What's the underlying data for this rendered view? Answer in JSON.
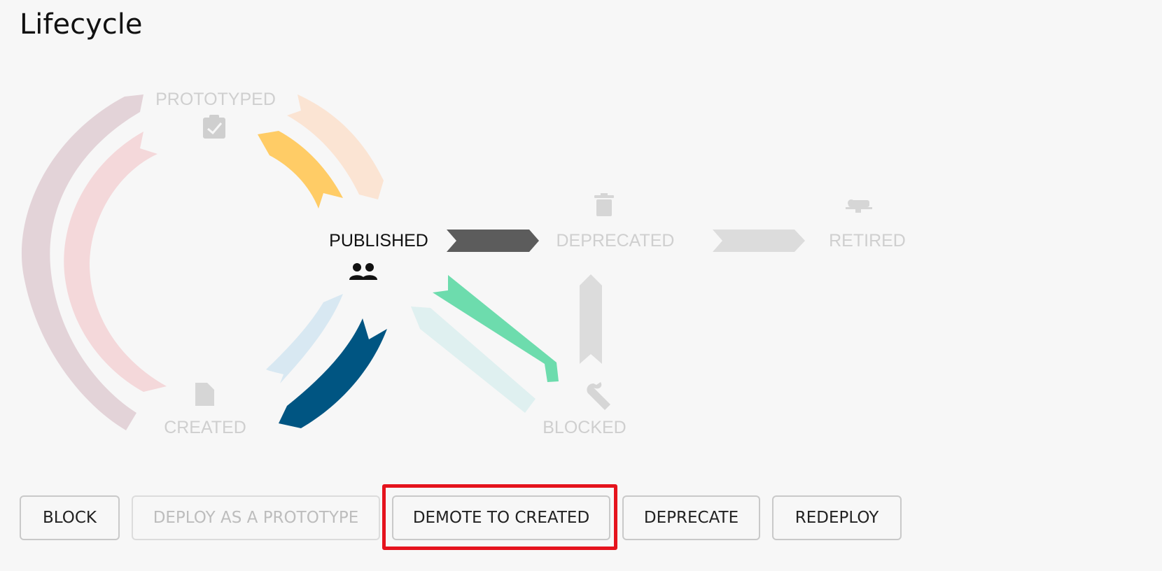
{
  "page": {
    "title": "Lifecycle"
  },
  "states": {
    "prototyped": "PROTOTYPED",
    "published": "PUBLISHED",
    "deprecated": "DEPRECATED",
    "retired": "RETIRED",
    "created": "CREATED",
    "blocked": "BLOCKED"
  },
  "current_state": "PUBLISHED",
  "actions": {
    "block": "BLOCK",
    "deploy_prototype": "DEPLOY AS A PROTOTYPE",
    "demote_created": "DEMOTE TO CREATED",
    "deprecate": "DEPRECATE",
    "redeploy": "REDEPLOY"
  },
  "highlighted_action": "DEMOTE TO CREATED",
  "colors": {
    "active_text": "#111111",
    "inactive_text": "#cfcfcf",
    "highlight_border": "#e5131d",
    "arrow_yellow": "#ffcc66",
    "arrow_navy": "#005582",
    "arrow_green": "#6ddcad",
    "arrow_dark": "#5c5c5c"
  },
  "icons": {
    "prototyped": "clipboard-check-icon",
    "published": "people-icon",
    "deprecated": "trash-icon",
    "retired": "bed-icon",
    "created": "document-icon",
    "blocked": "wrench-icon"
  }
}
